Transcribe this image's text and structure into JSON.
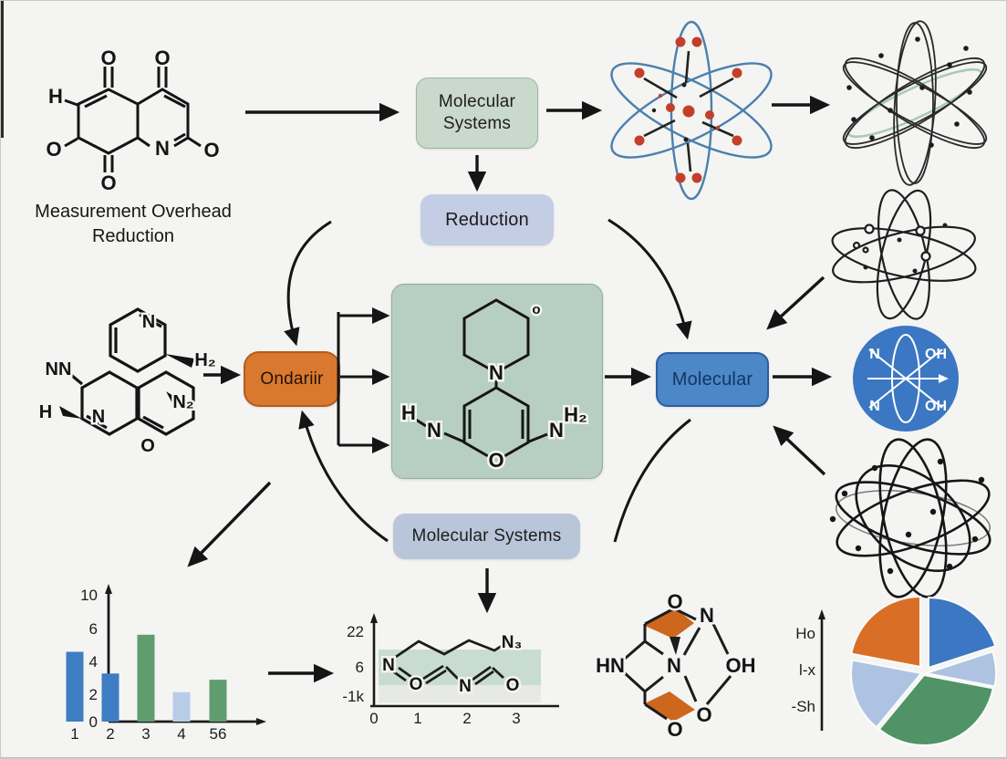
{
  "background": "#f4f4f2",
  "nodes": {
    "molecular_systems_top": {
      "label": "Molecular Systems",
      "bg": "#c9d9cb",
      "border": "#9cb6a2"
    },
    "reduction": {
      "label": "Reduction",
      "bg": "#c3cde4",
      "border": "#b0bcd8"
    },
    "ondariir": {
      "label": "Ondariir",
      "bg": "#d9782f",
      "border": "#b25c1c"
    },
    "molecular": {
      "label": "Molecular",
      "bg": "#4c87c8",
      "border": "#2e5e9e"
    },
    "molecular_systems_bottom": {
      "label": "Molecular Systems",
      "bg": "#b9c6da",
      "border": "#a6b5cd"
    }
  },
  "caption": {
    "measurement_overhead": "Measurement Overhead Reduction"
  },
  "central_panel": {
    "bg": "#b7cfc2",
    "border": "#90ac9e"
  },
  "molecules": {
    "quinone": {
      "o_top_left": "O",
      "o_top_right": "O",
      "h_left": "H",
      "o_bottom_left": "O",
      "n": "N",
      "o_right": "O",
      "o_bottom": "O"
    },
    "polycyclic": {
      "n_top": "N",
      "nn_left": "NN",
      "h_left": "H",
      "h2_right": "H₂",
      "n2_right": "N₂",
      "n_bottom": "N",
      "o_bottom": "O"
    },
    "central": {
      "o_small": "o",
      "n_ring": "N",
      "h_left": "H",
      "n_left": "N",
      "o_bottom": "O",
      "n_right": "N",
      "h2_right": "H₂"
    },
    "chain": {
      "n_left": "N",
      "o_left": "O",
      "n_mid": "N",
      "o_right": "O",
      "n3": "N₃"
    },
    "cage": {
      "o_top": "O",
      "n_topright": "N",
      "hn_left": "HN",
      "n_center": "N",
      "oh_right": "OH",
      "o_bottomright": "O",
      "o_bottom": "O"
    },
    "badge": {
      "n_top": "N",
      "oh_top": "OH",
      "n_bottom": "N",
      "oh_bottom": "OH"
    }
  },
  "chart_data": [
    {
      "type": "bar",
      "categories": [
        "1",
        "2",
        "3",
        "4",
        "56"
      ],
      "values": [
        4.5,
        3.1,
        5.6,
        1.9,
        2.7
      ],
      "colors": [
        "#3f7dc3",
        "#3f7dc3",
        "#5f9d6e",
        "#b8cce8",
        "#5f9d6e"
      ],
      "yticks": [
        "10",
        "6",
        "4",
        "2",
        "0"
      ],
      "ylim": [
        0,
        10
      ],
      "title": "",
      "xlabel": "",
      "ylabel": ""
    },
    {
      "type": "area",
      "yticks": [
        "22",
        "6",
        "-1k"
      ],
      "xticks": [
        "0",
        "1",
        "2",
        "3"
      ],
      "bands": [
        {
          "color": "#c9dcd2"
        },
        {
          "color": "#e7e9e7"
        }
      ],
      "annotation": "molecular chain N-O=N-O with N₃ terminus drawn across the plot"
    },
    {
      "type": "pie",
      "values": [
        20,
        8,
        33,
        17,
        22
      ],
      "colors": [
        "#3b77c2",
        "#aec3e2",
        "#4f9367",
        "#aec3e2",
        "#d96f27"
      ],
      "axis_labels": [
        "Ho",
        "l-x",
        "-Sh"
      ],
      "legend": "none"
    }
  ]
}
